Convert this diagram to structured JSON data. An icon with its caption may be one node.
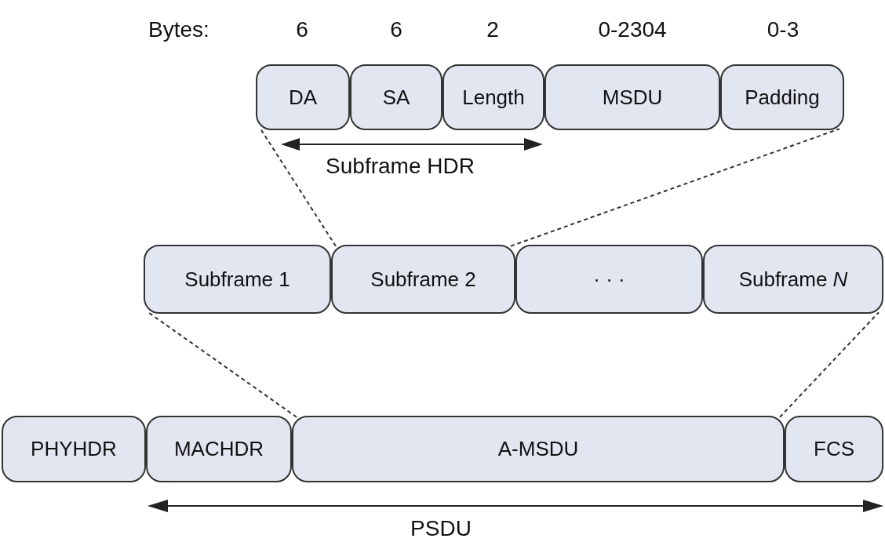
{
  "diagram": {
    "nodes": [
      {
        "text": [
          "DA"
        ]
      },
      {
        "text": [
          "SA"
        ]
      },
      {
        "text": [
          "Length"
        ]
      },
      {
        "text": [
          "MSDU"
        ]
      },
      {
        "text": [
          "Padding"
        ]
      },
      {
        "text": [
          "Subframe 1"
        ]
      },
      {
        "text": [
          "Subframe 2"
        ]
      },
      {
        "text": [
          "· · ·"
        ]
      },
      {
        "text": [
          "Subframe *N*"
        ]
      },
      {
        "text": [
          "PHYHDR"
        ]
      },
      {
        "text": [
          "MACHDR"
        ]
      },
      {
        "text": [
          "A-MSDU"
        ]
      },
      {
        "text": [
          "FCS"
        ]
      }
    ],
    "edges": [
      {
        "from": 6,
        "to": 0,
        "arrow": "none",
        "style": "dashed"
      },
      {
        "from": 6,
        "to": 4,
        "arrow": "none",
        "style": "dashed"
      },
      {
        "from": 11,
        "to": 5,
        "arrow": "none",
        "style": "dashed"
      },
      {
        "from": 11,
        "to": 8,
        "arrow": "none",
        "style": "dashed"
      }
    ],
    "labels": [
      "Bytes:",
      "6",
      "6",
      "2",
      "0-2304",
      "0-3",
      "Subframe HDR",
      "PSDU"
    ]
  }
}
